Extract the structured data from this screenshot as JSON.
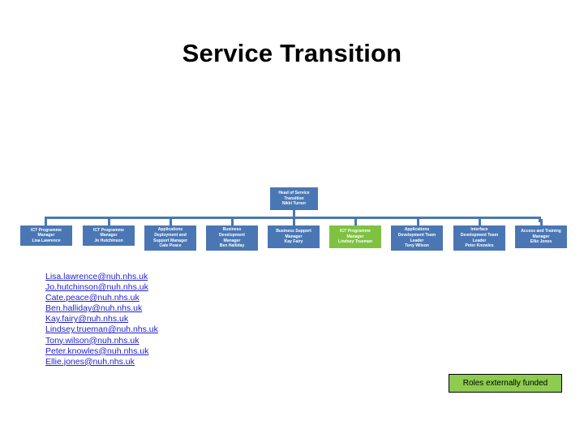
{
  "page": {
    "title": "Service Transition",
    "background_color": "#ffffff",
    "node_color": "#4A77B4",
    "node_accent_color": "#7FC242",
    "legend_color": "#8ECC4F",
    "link_color": "#2222cc"
  },
  "chart_data": {
    "type": "diagram",
    "diagram_kind": "organisation-chart",
    "title": "Service Transition",
    "root": {
      "id": "head-of-service-transition",
      "role": "Head of Service Transition",
      "name": "Nikki Turner",
      "externally_funded": false,
      "color": "#4A77B4"
    },
    "children": [
      {
        "id": "ict-programme-manager-lisa-lawrence",
        "role": "ICT Programme Manager",
        "role_lines": [
          "ICT Programme",
          "Manager"
        ],
        "name": "Lisa Lawrence",
        "externally_funded": false,
        "color": "#4A77B4"
      },
      {
        "id": "ict-programme-manager-jo-hutchinson",
        "role": "ICT Programme Manager",
        "role_lines": [
          "ICT Programme",
          "Manager"
        ],
        "name": "Jo Hutchinson",
        "externally_funded": false,
        "color": "#4A77B4"
      },
      {
        "id": "applications-deployment-and-support-manager",
        "role": "Applications Deployment and Support Manager",
        "role_lines": [
          "Applications",
          "Deployment and",
          "Support Manager"
        ],
        "name": "Cate Peace",
        "externally_funded": false,
        "color": "#4A77B4"
      },
      {
        "id": "business-development-manager",
        "role": "Business Development Manager",
        "role_lines": [
          "Business",
          "Development",
          "Manager"
        ],
        "name": "Ben Halliday",
        "externally_funded": false,
        "color": "#4A77B4"
      },
      {
        "id": "business-support-manager",
        "role": "Business Support Manager",
        "role_lines": [
          "Business Support",
          "Manager"
        ],
        "name": "Kay Fairy",
        "externally_funded": false,
        "color": "#4A77B4"
      },
      {
        "id": "ict-programme-manager-lindsey-trueman",
        "role": "ICT Programme Manager",
        "role_lines": [
          "ICT Programme",
          "Manager"
        ],
        "name": "Lindsey Trueman",
        "externally_funded": true,
        "color": "#7FC242"
      },
      {
        "id": "applications-development-team-leader",
        "role": "Applications Development Team Leader",
        "role_lines": [
          "Applications",
          "Development Team",
          "Leader"
        ],
        "name": "Tony Wilson",
        "externally_funded": false,
        "color": "#4A77B4"
      },
      {
        "id": "interface-development-team-leader",
        "role": "Interface Development Team Leader",
        "role_lines": [
          "Interface",
          "Development Team",
          "Leader"
        ],
        "name": "Peter Knowles",
        "externally_funded": false,
        "color": "#4A77B4"
      },
      {
        "id": "access-and-training-manager",
        "role": "Access and Training Manager",
        "role_lines": [
          "Access and Training",
          "Manager"
        ],
        "name": "Ellie Jones",
        "externally_funded": false,
        "color": "#4A77B4"
      }
    ]
  },
  "nodes": {
    "root": {
      "line1": "Head of Service",
      "line2": "Transition",
      "line3": "Nikki Turner"
    },
    "n1": {
      "line1": "ICT Programme",
      "line2": "Manager",
      "line3": "Lisa Lawrence"
    },
    "n2": {
      "line1": "ICT Programme",
      "line2": "Manager",
      "line3": "Jo Hutchinson"
    },
    "n3": {
      "line1": "Applications",
      "line2": "Deployment and",
      "line3": "Support Manager",
      "line4": "Cate Peace"
    },
    "n4": {
      "line1": "Business",
      "line2": "Development",
      "line3": "Manager",
      "line4": "Ben Halliday"
    },
    "n5": {
      "line1": "Business Support",
      "line2": "Manager",
      "line3": "Kay Fairy"
    },
    "n6": {
      "line1": "ICT Programme",
      "line2": "Manager",
      "line3": "Lindsey Trueman"
    },
    "n7": {
      "line1": "Applications",
      "line2": "Development Team",
      "line3": "Leader",
      "line4": "Tony Wilson"
    },
    "n8": {
      "line1": "Interface",
      "line2": "Development Team",
      "line3": "Leader",
      "line4": "Peter Knowles"
    },
    "n9": {
      "line1": "Access and Training",
      "line2": "Manager",
      "line3": "Ellie Jones"
    }
  },
  "emails": [
    "Lisa.lawrence@nuh.nhs.uk",
    "Jo.hutchinson@nuh.nhs.uk",
    "Cate.peace@nuh.nhs.uk",
    "Ben.halliday@nuh.nhs.uk",
    "Kay.fairy@nuh.nhs.uk",
    "Lindsey.trueman@nuh.nhs.uk",
    "Tony.wilson@nuh.nhs.uk",
    "Peter.knowles@nuh.nhs.uk",
    "Ellie.jones@nuh.nhs.uk"
  ],
  "legend": {
    "label": "Roles externally funded"
  }
}
